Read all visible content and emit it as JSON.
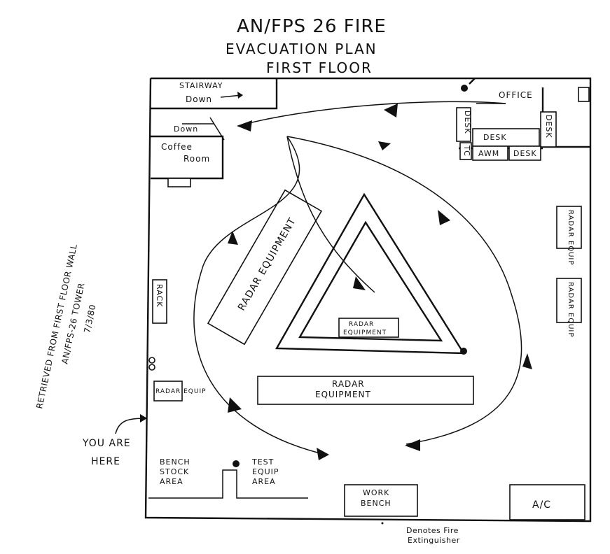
{
  "title": {
    "line1": "AN/FPS 26   FIRE",
    "line2": "EVACUATION   PLAN",
    "line3": "FIRST   FLOOR"
  },
  "rooms": {
    "stairway": "STAIRWAY",
    "stairway_down": "Down",
    "down2": "Down",
    "coffee_1": "Coffee",
    "coffee_2": "Room",
    "office": "OFFICE",
    "desk_left": "DESK",
    "desk_right": "DESK",
    "desk_mid": "DESK",
    "desk_lower": "DESK",
    "awm": "AWM",
    "tc": "TC",
    "rack": "RACK",
    "radar_equip_left": "RADAR EQUIP",
    "radar_equip_right1": "RADAR EQUIP",
    "radar_equip_right2": "RADAR EQUIP",
    "radar_equipment_diag": "RADAR EQUIPMENT",
    "radar_equipment_center_1": "RADAR",
    "radar_equipment_center_2": "EQUIPMENT",
    "radar_equipment_bottom_1": "RADAR",
    "radar_equipment_bottom_2": "EQUIPMENT",
    "bench_1": "BENCH",
    "bench_2": "STOCK",
    "bench_3": "AREA",
    "test_1": "TEST",
    "test_2": "EQUIP",
    "test_3": "AREA",
    "work_1": "WORK",
    "work_2": "BENCH",
    "ac": "A/C"
  },
  "you_are_here": {
    "line1": "YOU ARE",
    "line2": "HERE"
  },
  "legend": {
    "line1": "Denotes  Fire",
    "line2": "Extinguisher"
  },
  "margin_note": {
    "line1": "RETRIEVED FROM FIRST FLOOR WALL",
    "line2": "AN/FPS-26 TOWER",
    "line3": "7/3/80"
  }
}
